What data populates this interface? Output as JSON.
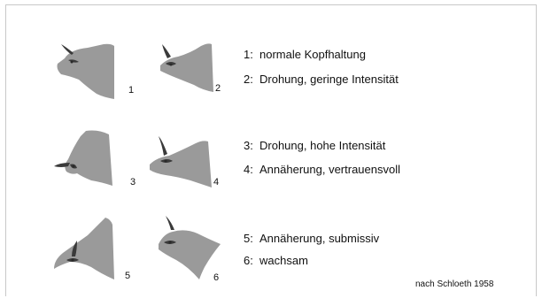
{
  "figures": [
    {
      "number": "1"
    },
    {
      "number": "2"
    },
    {
      "number": "3"
    },
    {
      "number": "4"
    },
    {
      "number": "5"
    },
    {
      "number": "6"
    }
  ],
  "legend": [
    {
      "number": "1:",
      "text": "normale Kopfhaltung"
    },
    {
      "number": "2:",
      "text": "Drohung, geringe Intensität"
    },
    {
      "number": "3:",
      "text": "Drohung, hohe Intensität"
    },
    {
      "number": "4:",
      "text": "Annäherung, vertrauensvoll"
    },
    {
      "number": "5:",
      "text": "Annäherung, submissiv"
    },
    {
      "number": "6:",
      "text": "wachsam"
    }
  ],
  "credit": "nach Schloeth 1958",
  "colors": {
    "head_fill": "#9a9a9a",
    "horn": "#3a3a3a",
    "eye": "#2a2a2a",
    "border": "#c8c8c8"
  }
}
